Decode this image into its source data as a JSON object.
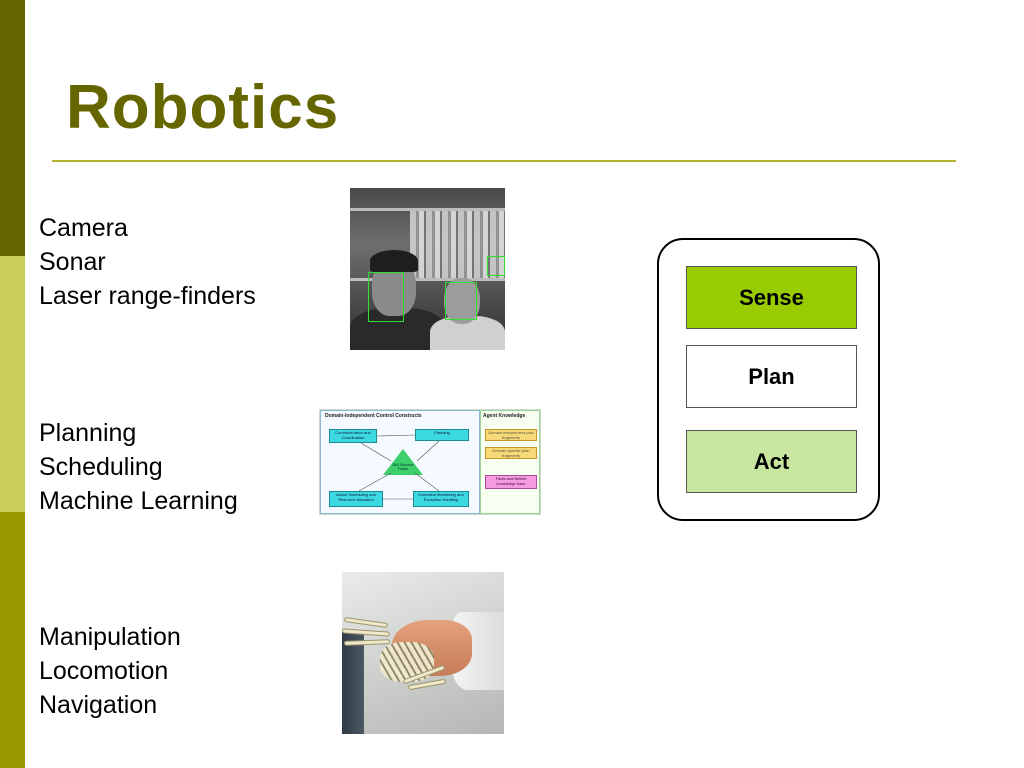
{
  "slide": {
    "title": "Robotics"
  },
  "groups": [
    {
      "items": [
        "Camera",
        "Sonar",
        "Laser range-finders"
      ]
    },
    {
      "items": [
        "Planning",
        "Scheduling",
        "Machine Learning"
      ]
    },
    {
      "items": [
        "Manipulation",
        "Locomotion",
        "Navigation"
      ]
    }
  ],
  "diagram_image": {
    "main_header": "Domain-Independent Control Constructs",
    "side_header": "Agent Knowledge",
    "boxes": {
      "communication": "Communication and Coordination",
      "planning": "Planning",
      "skill": "Skill Structure Fusion",
      "action": "Action Scheduling and Resource Allocation",
      "execution": "Execution Monitoring and Exception Handling",
      "domain_indep": "Domain independent plan fragments",
      "domain_spec": "Domain specific plan fragments",
      "facts": "Facts and Beliefs knowledge base"
    }
  },
  "cycle": {
    "sense": {
      "label": "Sense",
      "color": "#99cc00"
    },
    "plan": {
      "label": "Plan",
      "color": "#ffffff"
    },
    "act": {
      "label": "Act",
      "color": "#c8e6a0"
    }
  },
  "theme": {
    "title_color": "#666600",
    "rule_color": "#b3b32a"
  },
  "icons": [
    "camera-face-detection-photo",
    "control-architecture-diagram",
    "robot-hand-handshake-photo"
  ]
}
